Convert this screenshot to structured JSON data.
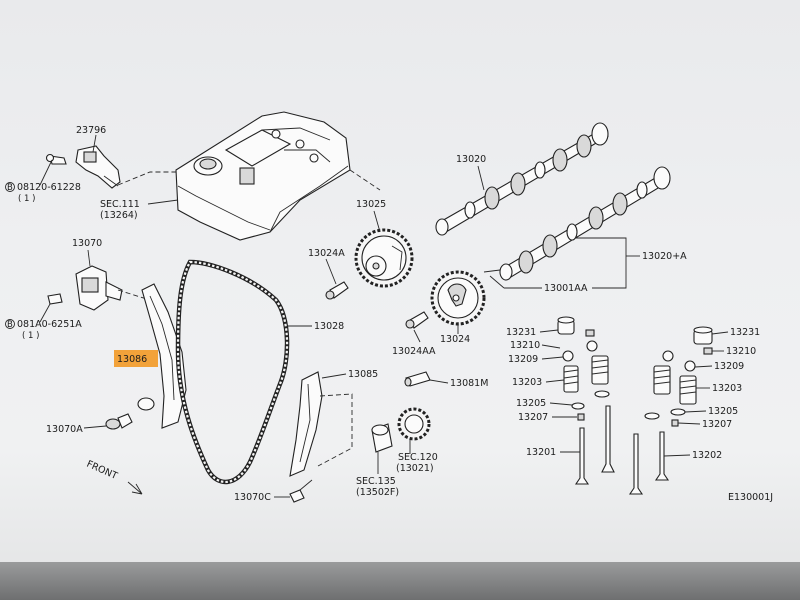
{
  "diagram": {
    "labels": {
      "p23796": "23796",
      "p08120": "08120-61228",
      "p08120_qty": "( 1 )",
      "sec111": "SEC.111",
      "sec111_ref": "(13264)",
      "p13070": "13070",
      "p081a0": "081A0-6251A",
      "p081a0_qty": "( 1 )",
      "p13086": "13086",
      "p13070a": "13070A",
      "front": "FRONT",
      "p13025": "13025",
      "p13024a": "13024A",
      "p13028": "13028",
      "p13085": "13085",
      "p13070c": "13070C",
      "p13020": "13020",
      "p13020a": "13020+A",
      "p13001aa": "13001AA",
      "p13024aa": "13024AA",
      "p13024": "13024",
      "p13081m": "13081M",
      "sec120": "SEC.120",
      "sec120_ref": "(13021)",
      "sec135": "SEC.135",
      "sec135_ref": "(13502F)",
      "l13231": "13231",
      "l13210": "13210",
      "l13209": "13209",
      "l13203": "13203",
      "l13205": "13205",
      "l13207": "13207",
      "l13201": "13201",
      "r13231": "13231",
      "r13210": "13210",
      "r13209": "13209",
      "r13203": "13203",
      "r13205": "13205",
      "r13207": "13207",
      "r13202": "13202",
      "figure_code": "E130001J"
    },
    "circled_b": "B",
    "highlight_color": "#f2a23a"
  }
}
